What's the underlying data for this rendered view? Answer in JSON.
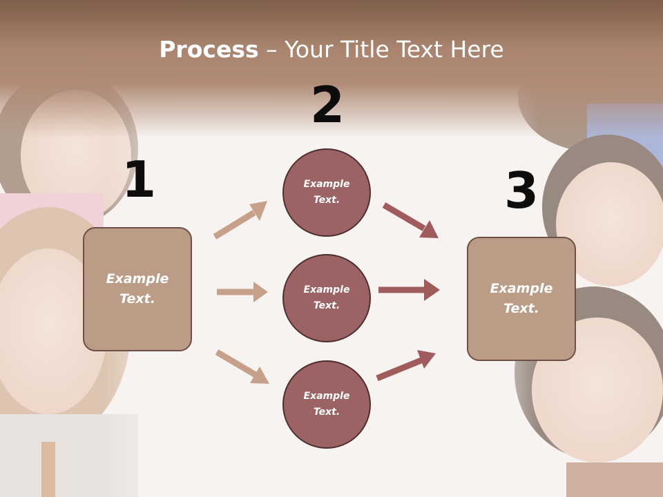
{
  "title": {
    "bold": "Process",
    "rest": " – Your Title Text Here"
  },
  "step_numbers": [
    "1",
    "2",
    "3"
  ],
  "left_box": {
    "line1": "Example",
    "line2": "Text."
  },
  "right_box": {
    "line1": "Example",
    "line2": "Text."
  },
  "circles": [
    {
      "line1": "Example",
      "line2": "Text."
    },
    {
      "line1": "Example",
      "line2": "Text."
    },
    {
      "line1": "Example",
      "line2": "Text."
    }
  ],
  "colors": {
    "title_bar": "#a9846f",
    "box_fill": "#bb9c86",
    "circle_fill": "#9b6363",
    "arrow_light": "#c7a08a",
    "arrow_dark": "#a05c5c"
  }
}
